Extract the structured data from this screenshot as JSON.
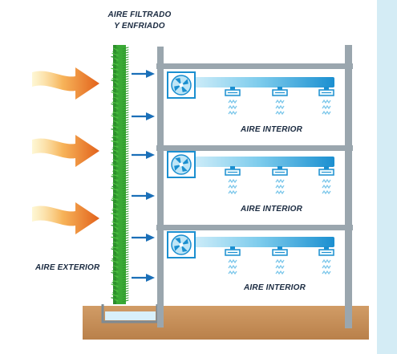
{
  "labels": {
    "filtered_air_line1": "AIRE FILTRADO",
    "filtered_air_line2": "Y ENFRIADO",
    "exterior_air": "AIRE EXTERIOR",
    "floors": [
      {
        "interior_air": "AIRE INTERIOR"
      },
      {
        "interior_air": "AIRE INTERIOR"
      },
      {
        "interior_air": "AIRE INTERIOR"
      }
    ]
  },
  "colors": {
    "background": "#ffffff",
    "page_band": "#d4ecf5",
    "ground": "#c8925c",
    "wall": "#9aa6ae",
    "duct_light": "#e6f6fc",
    "duct_dark": "#1b8fd0",
    "arrow_blue": "#1a6fb8",
    "heat_arrow_start": "#fce9a0",
    "heat_arrow_end": "#e2621b",
    "green_wall": "#3aa935"
  },
  "icons": [
    "heat-arrow",
    "blue-arrow",
    "fan-icon",
    "diffuser-icon",
    "airflow-icon"
  ]
}
